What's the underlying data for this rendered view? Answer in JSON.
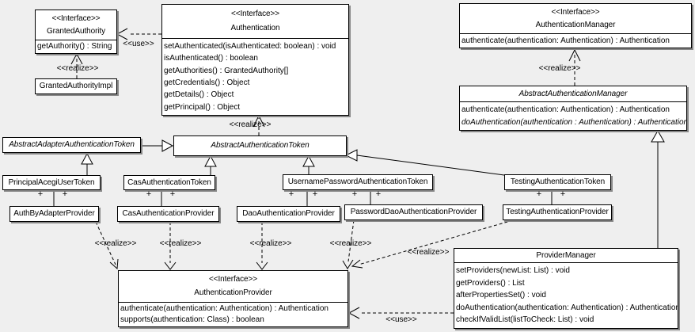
{
  "labels": {
    "use": "<<use>>",
    "realize": "<<realize>>",
    "plus": "+",
    "interface_stereotype": "<<Interface>>"
  },
  "colors": {
    "background": "#efefef",
    "box_fill": "#ffffff",
    "box_border": "#000000",
    "box_shadow": "#878787"
  },
  "classes": {
    "granted_authority": {
      "stereotype": "<<Interface>>",
      "name": "GrantedAuthority",
      "methods": [
        "getAuthority() : String"
      ]
    },
    "granted_authority_impl": {
      "name": "GrantedAuthorityImpl"
    },
    "authentication": {
      "stereotype": "<<Interface>>",
      "name": "Authentication",
      "methods": [
        "setAuthenticated(isAuthenticated: boolean) : void",
        "isAuthenticated() : boolean",
        "getAuthorities() : GrantedAuthority[]",
        "getCredentials() : Object",
        "getDetails() : Object",
        "getPrincipal() : Object"
      ]
    },
    "authentication_manager": {
      "stereotype": "<<Interface>>",
      "name": "AuthenticationManager",
      "methods": [
        "authenticate(authentication: Authentication) : Authentication"
      ]
    },
    "abstract_authentication_manager": {
      "name": "AbstractAuthenticationManager",
      "methods": [
        "authenticate(authentication: Authentication) : Authentication",
        "doAuthentication(authentication : Authentication) : Authentication"
      ]
    },
    "abstract_adapter_authentication_token": {
      "name": "AbstractAdapterAuthenticationToken"
    },
    "abstract_authentication_token": {
      "name": "AbstractAuthenticationToken"
    },
    "principal_acegi_user_token": {
      "name": "PrincipalAcegiUserToken"
    },
    "cas_authentication_token": {
      "name": "CasAuthenticationToken"
    },
    "username_password_authentication_token": {
      "name": "UsernamePasswordAuthenticationToken"
    },
    "testing_authentication_token": {
      "name": "TestingAuthenticationToken"
    },
    "auth_by_adapter_provider": {
      "name": "AuthByAdapterProvider"
    },
    "cas_authentication_provider": {
      "name": "CasAuthenticationProvider"
    },
    "dao_authentication_provider": {
      "name": "DaoAuthenticationProvider"
    },
    "password_dao_authentication_provider": {
      "name": "PasswordDaoAuthenticationProvider"
    },
    "testing_authentication_provider": {
      "name": "TestingAuthenticationProvider"
    },
    "authentication_provider": {
      "stereotype": "<<Interface>>",
      "name": "AuthenticationProvider",
      "methods": [
        "authenticate(authentication: Authentication) : Authentication",
        "supports(authentication: Class) : boolean"
      ]
    },
    "provider_manager": {
      "name": "ProviderManager",
      "methods": [
        "setProviders(newList: List) : void",
        "getProviders() : List",
        "afterPropertiesSet() : void",
        "doAuthentication(authentication: Authentication) : Authentication",
        "checkIfValidList(listToCheck: List) : void"
      ]
    }
  }
}
